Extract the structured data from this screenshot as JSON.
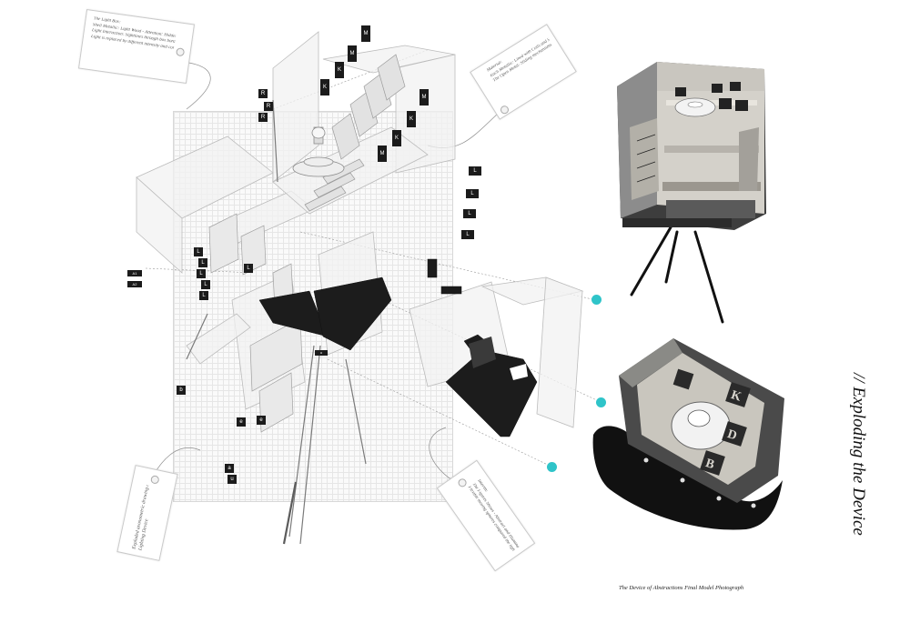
{
  "title": "// Exploding the Device",
  "photo_caption": "The Device of Abstractions Final Model Photograph",
  "tags": {
    "top_left": [
      "The Light Box:",
      "Shell Metallic: Light Wood - Attention: Hidden Light Device",
      "Light Interaction: Sightlines through box bordering the tangible blend of outline",
      "Light is replaced by different intensity and containing interior light"
    ],
    "top_right": [
      "Material:",
      "Each Metallic: Lined with Coils and Shells - Hidden Light Shards",
      "The Open Metal: Sliding mechanisms surround the Hidden Fusion Revealed"
    ],
    "bottom_left": [
      "Exploded axonometric drawing of the",
      "Lighting Device"
    ],
    "bottom_right": [
      "Interim:",
      "The Figures Shows - Abstract and Illumination",
      "Flexible moving spheres compared the light and the frame hung form"
    ]
  },
  "labels": {
    "upper": [
      "M",
      "M",
      "K",
      "K",
      "M",
      "K",
      "K",
      "M",
      "R",
      "R",
      "R"
    ],
    "left_stack": [
      "L",
      "L",
      "L",
      "L",
      "L",
      "L"
    ],
    "right_stack": [
      "L",
      "L",
      "L",
      "L"
    ],
    "margin": [
      "A1",
      "A2"
    ],
    "lower": [
      "b",
      "e",
      "e",
      "a",
      "u",
      "u"
    ]
  },
  "colors": {
    "accent": "#2fc4c9",
    "ink": "#1b1b1b",
    "paper": "#ffffff"
  }
}
